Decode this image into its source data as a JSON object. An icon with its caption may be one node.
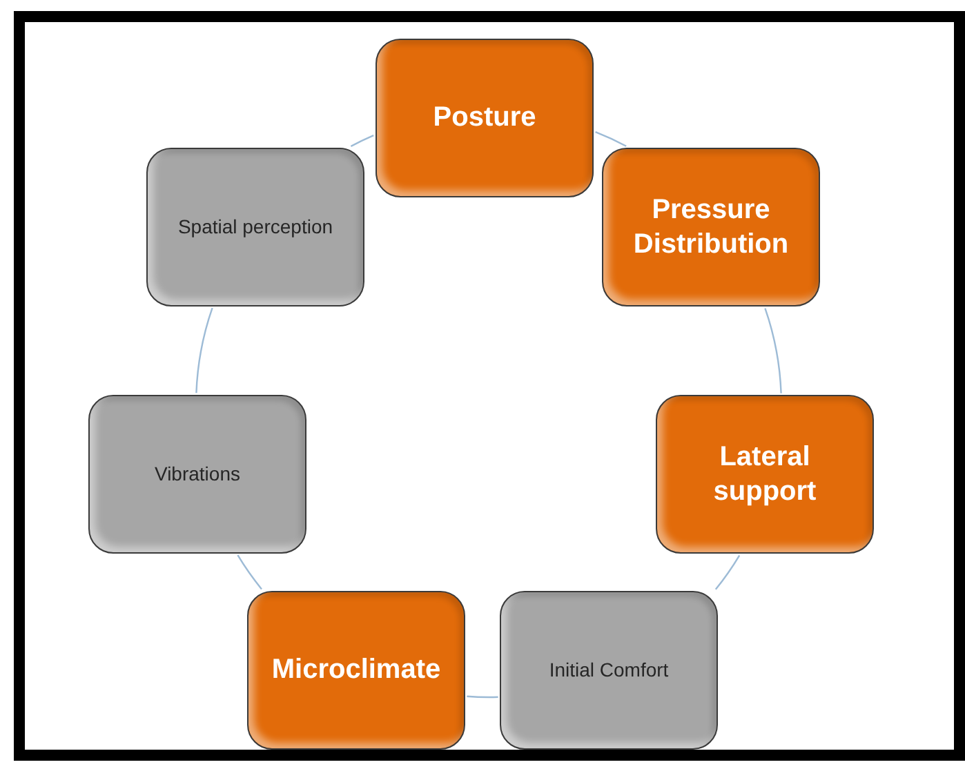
{
  "diagram": {
    "nodes": [
      {
        "text": [
          "Posture"
        ]
      },
      {
        "text": [
          "Pressure Distribution"
        ]
      },
      {
        "text": [
          "Lateral support"
        ]
      },
      {
        "text": [
          "Initial Comfort"
        ]
      },
      {
        "text": [
          "Microclimate"
        ]
      },
      {
        "text": [
          "Vibrations"
        ]
      },
      {
        "text": [
          "Spatial perception"
        ]
      }
    ],
    "edges": [
      {
        "from": 0,
        "to": 1,
        "arrow": "none"
      },
      {
        "from": 1,
        "to": 2,
        "arrow": "none"
      },
      {
        "from": 2,
        "to": 3,
        "arrow": "none"
      },
      {
        "from": 3,
        "to": 4,
        "arrow": "none"
      },
      {
        "from": 4,
        "to": 5,
        "arrow": "none"
      },
      {
        "from": 5,
        "to": 6,
        "arrow": "none"
      },
      {
        "from": 6,
        "to": 0,
        "arrow": "none"
      }
    ]
  }
}
